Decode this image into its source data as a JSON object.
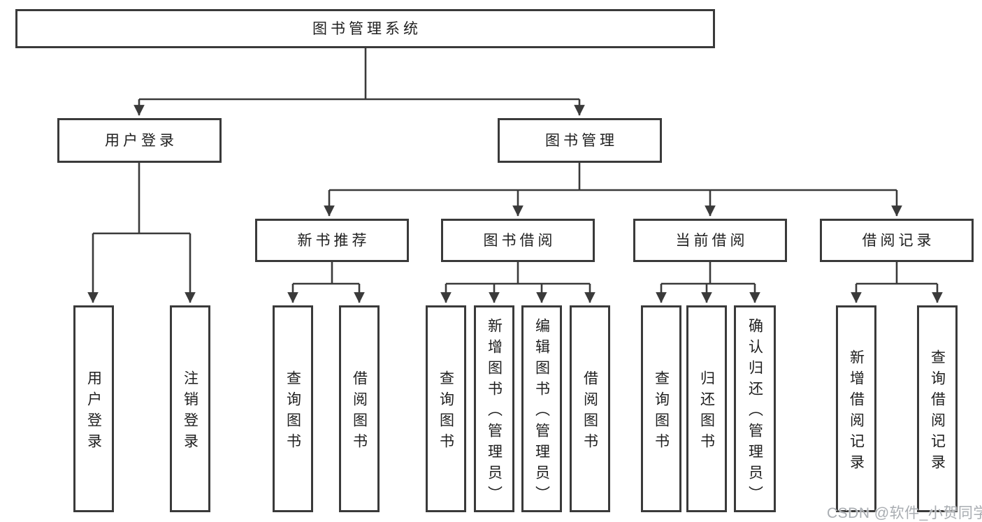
{
  "tree": {
    "label": "图书管理系统",
    "children": [
      {
        "label": "用户登录",
        "children": [
          {
            "label": "用户登录"
          },
          {
            "label": "注销登录"
          }
        ]
      },
      {
        "label": "图书管理",
        "children": [
          {
            "label": "新书推荐",
            "children": [
              {
                "label": "查询图书"
              },
              {
                "label": "借阅图书"
              }
            ]
          },
          {
            "label": "图书借阅",
            "children": [
              {
                "label": "查询图书"
              },
              {
                "label": "新增图书（管理员）"
              },
              {
                "label": "编辑图书（管理员）"
              },
              {
                "label": "借阅图书"
              }
            ]
          },
          {
            "label": "当前借阅",
            "children": [
              {
                "label": "查询图书"
              },
              {
                "label": "归还图书"
              },
              {
                "label": "确认归还（管理员）"
              }
            ]
          },
          {
            "label": "借阅记录",
            "children": [
              {
                "label": "新增借阅记录"
              },
              {
                "label": "查询借阅记录"
              }
            ]
          }
        ]
      }
    ]
  },
  "watermark": "CSDN @软件_小贺同学",
  "colors": {
    "line": "#3a3a3a",
    "text": "#1f1f1f",
    "background": "#ffffff",
    "watermark": "#a9adb2"
  }
}
